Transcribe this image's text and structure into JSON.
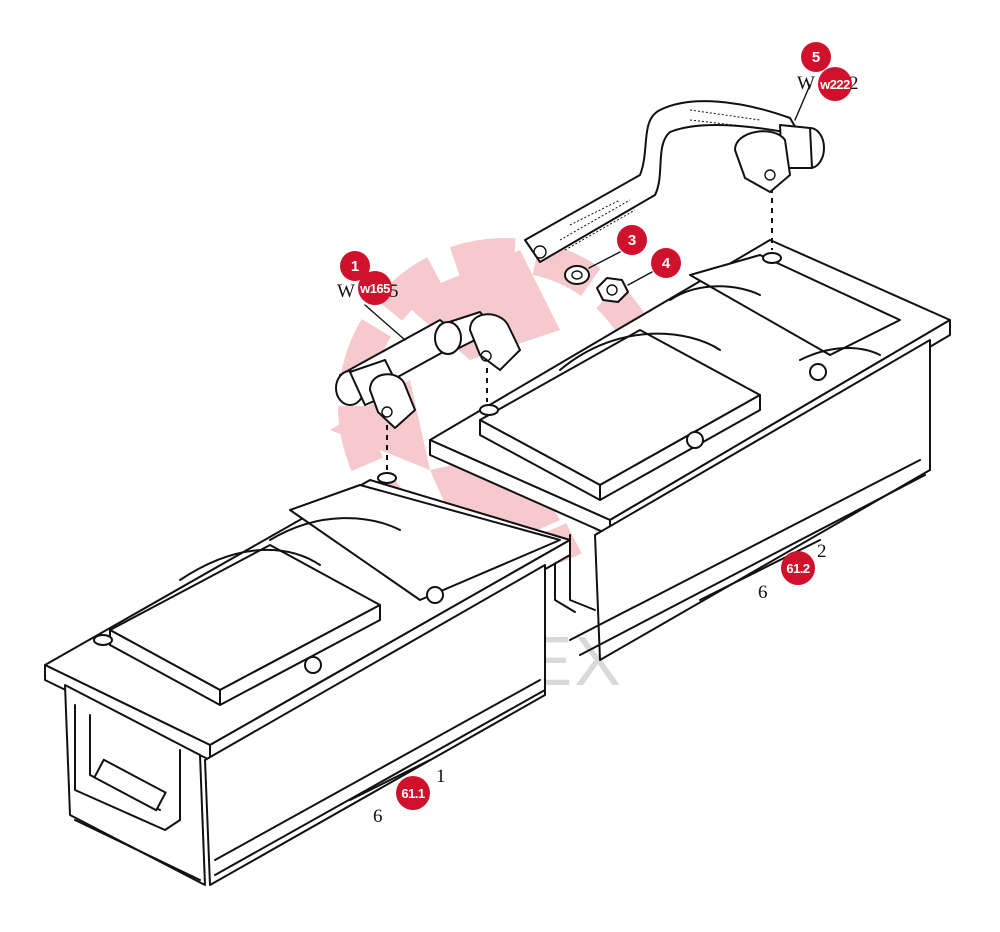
{
  "watermark": {
    "text": "ИНТЕХ",
    "logo_color": "#f6c9cc",
    "text_color": "#d9d9d9"
  },
  "marker_color": "#d0112b",
  "callouts": [
    {
      "id": "1",
      "label": "1"
    },
    {
      "id": "3",
      "label": "3"
    },
    {
      "id": "4",
      "label": "4"
    },
    {
      "id": "5",
      "label": "5"
    },
    {
      "id": "w165",
      "label": "w165"
    },
    {
      "id": "w222",
      "label": "w222"
    },
    {
      "id": "61.1",
      "label": "61.1"
    },
    {
      "id": "61.2",
      "label": "61.2"
    }
  ],
  "printed_labels": {
    "cable_1_prefix": "W",
    "cable_1_suffix": "5",
    "cable_5_prefix": "W",
    "cable_5_suffix": "2",
    "battery_1_digit_left": "6",
    "battery_1_digit_right": "1",
    "battery_2_digit_left": "6",
    "battery_2_digit_right": "2"
  }
}
